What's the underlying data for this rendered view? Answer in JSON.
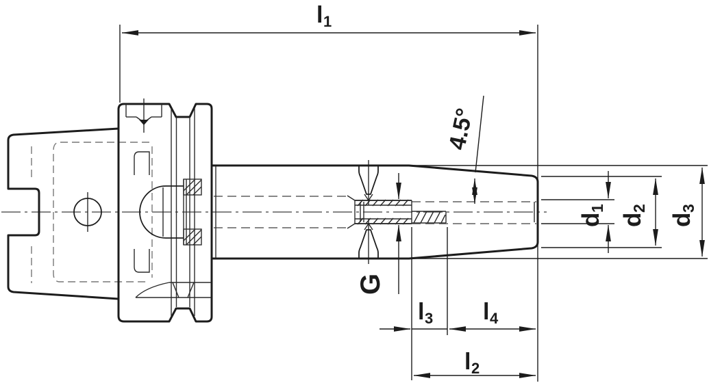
{
  "drawing": {
    "labels": {
      "l1": {
        "main": "l",
        "sub": "1"
      },
      "l2": {
        "main": "l",
        "sub": "2"
      },
      "l3": {
        "main": "l",
        "sub": "3"
      },
      "l4": {
        "main": "l",
        "sub": "4"
      },
      "d1": {
        "main": "d",
        "sub": "1"
      },
      "d2": {
        "main": "d",
        "sub": "2"
      },
      "d3": {
        "main": "d",
        "sub": "3"
      },
      "thread": "G",
      "taper_angle": "4.5°"
    },
    "colors": {
      "line": "#1c1c1c",
      "hidden_line": "#5f5f5f",
      "background": "#ffffff"
    }
  }
}
